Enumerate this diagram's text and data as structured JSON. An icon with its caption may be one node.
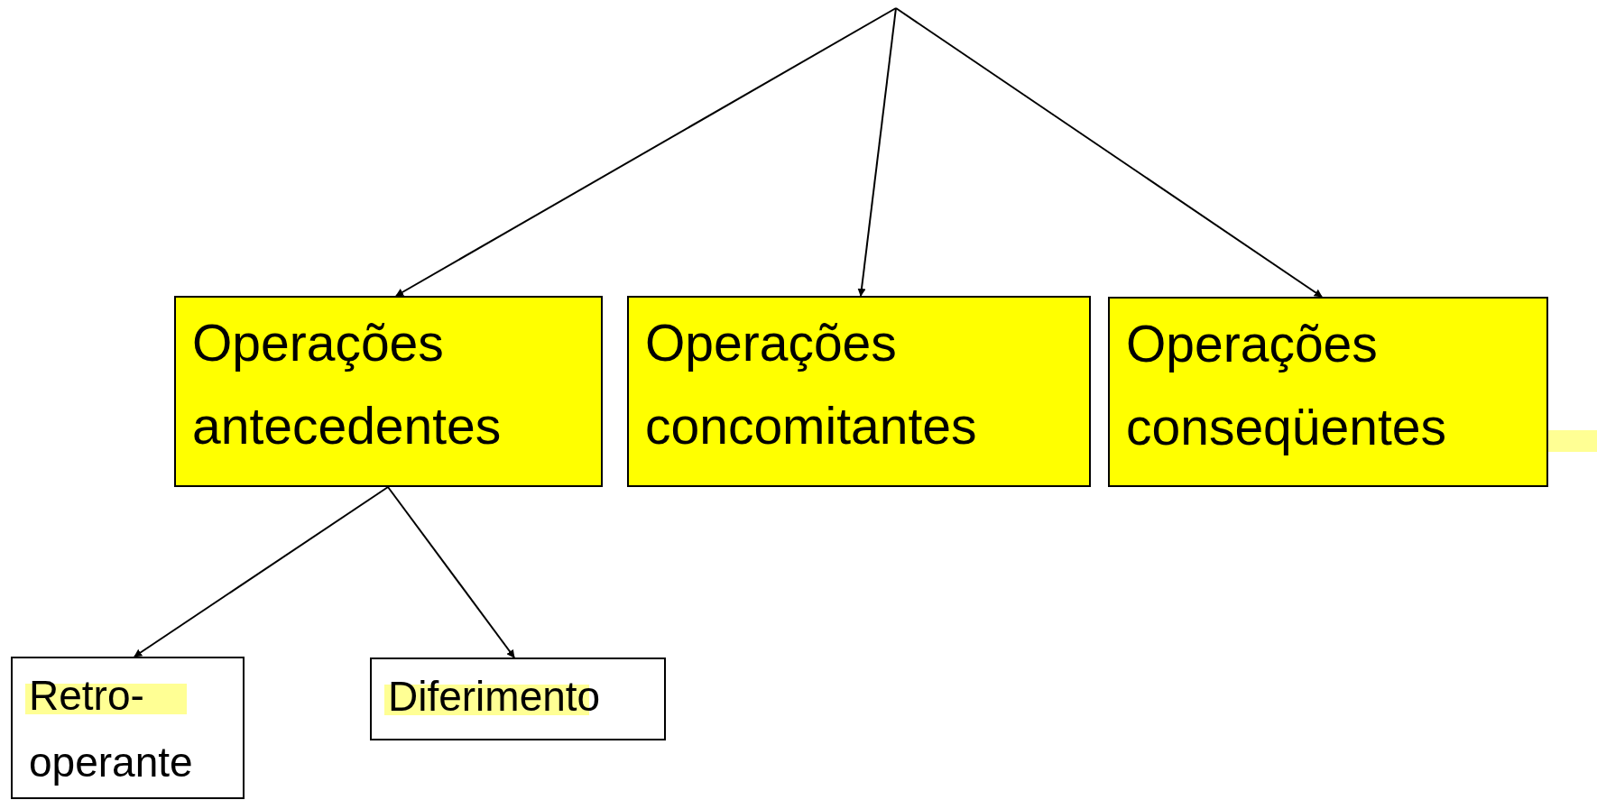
{
  "diagram": {
    "nodes": [
      {
        "text": [
          "Operações antecedentes"
        ]
      },
      {
        "text": [
          "Operações concomitantes"
        ]
      },
      {
        "text": [
          "Operações conseqüentes"
        ]
      },
      {
        "text": [
          "Retro- operante"
        ]
      },
      {
        "text": [
          "Diferimento"
        ]
      }
    ],
    "edges": [
      {
        "from": null,
        "to": 0,
        "arrow": "to"
      },
      {
        "from": null,
        "to": 1,
        "arrow": "to"
      },
      {
        "from": null,
        "to": 2,
        "arrow": "to"
      },
      {
        "from": 0,
        "to": 3,
        "arrow": "to"
      },
      {
        "from": 0,
        "to": 4,
        "arrow": "to"
      }
    ]
  }
}
